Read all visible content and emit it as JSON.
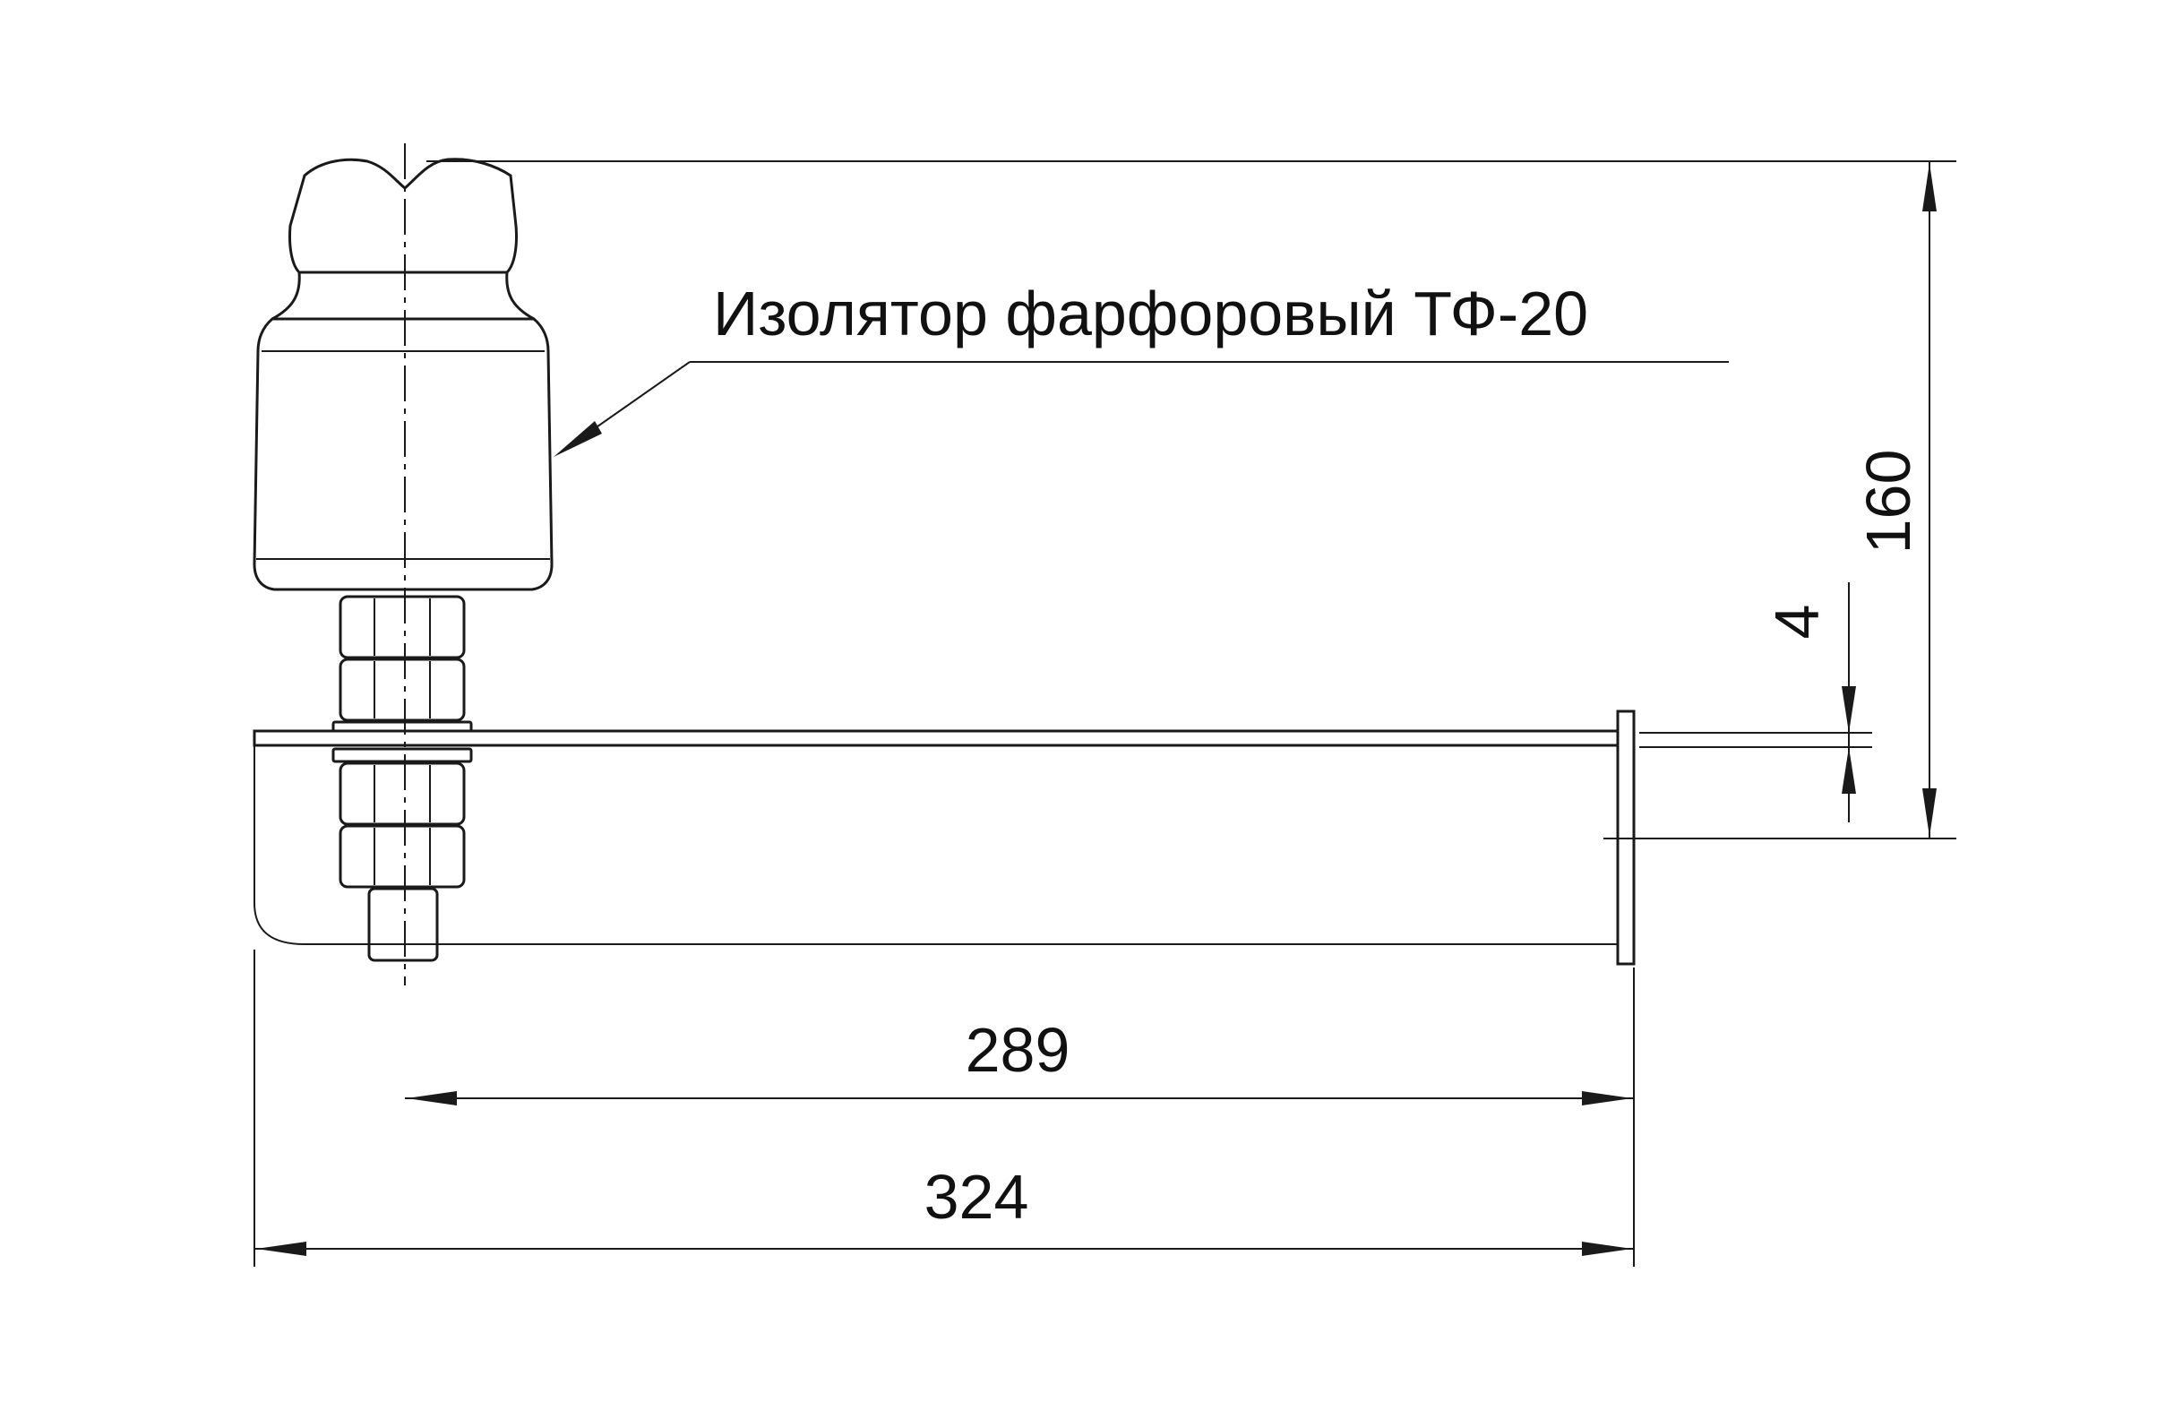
{
  "callout": {
    "label": "Изолятор фарфоровый ТФ-20"
  },
  "dimensions": {
    "overall_length": "324",
    "axis_to_end_length": "289",
    "overall_height": "160",
    "plate_thickness": "4"
  },
  "colors": {
    "line": "#1a1a1a",
    "background": "#ffffff"
  }
}
